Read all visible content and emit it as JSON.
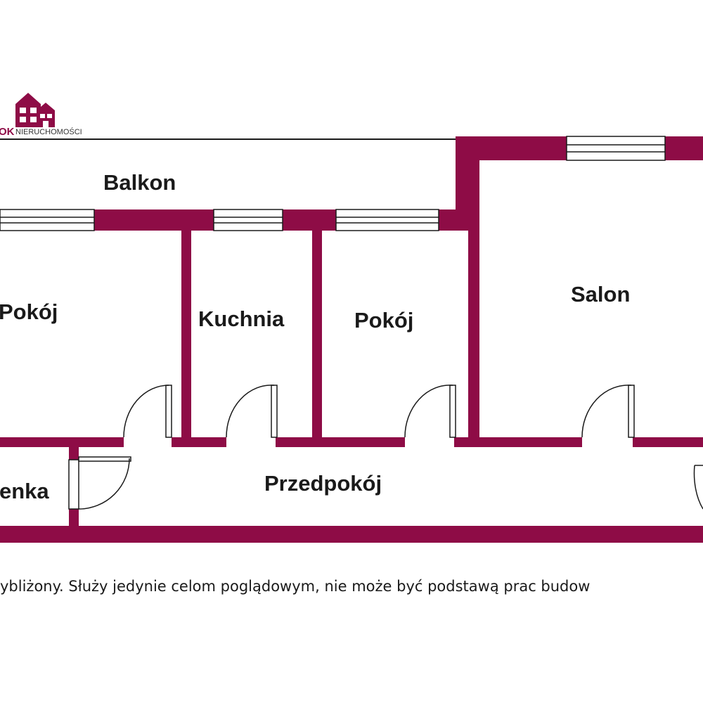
{
  "logo": {
    "text_bold": "OK",
    "text_light": "NIERUCHOMOŚCI"
  },
  "rooms": {
    "balkon": "Balkon",
    "pokoj_left": "Pokój",
    "kuchnia": "Kuchnia",
    "pokoj_middle": "Pokój",
    "salon": "Salon",
    "lazienka": "enka",
    "przedpokoj": "Przedpokój"
  },
  "disclaimer": "ybliżony. Służy jedynie celom poglądowym, nie może być podstawą prac budow",
  "colors": {
    "wall": "#8e0c46",
    "line": "#1a1a1a",
    "background": "#ffffff"
  }
}
